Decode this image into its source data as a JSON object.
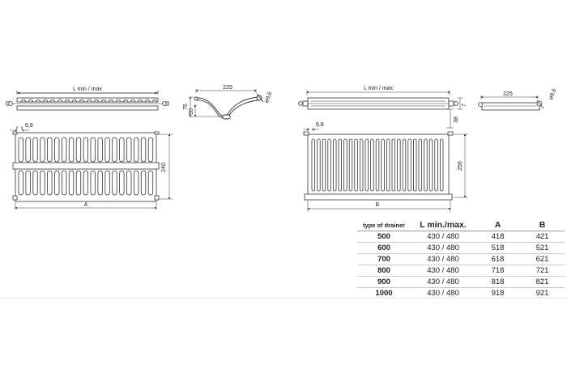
{
  "labels": {
    "lmin_max": "L min / max",
    "d225": "225",
    "phi": "ø9,6",
    "d75": "75",
    "d50": "50",
    "d6_8": "6,8",
    "d240": "240",
    "dA": "A",
    "d7": "7",
    "d38": "38",
    "d256": "256",
    "dB": "B"
  },
  "table": {
    "headers": [
      "type of drainer",
      "L min./max.",
      "A",
      "B"
    ],
    "rows": [
      [
        "500",
        "430 / 480",
        "418",
        "421"
      ],
      [
        "600",
        "430 / 480",
        "518",
        "521"
      ],
      [
        "700",
        "430 / 480",
        "618",
        "621"
      ],
      [
        "800",
        "430 / 480",
        "718",
        "721"
      ],
      [
        "900",
        "430 / 480",
        "818",
        "821"
      ],
      [
        "1000",
        "430 / 480",
        "918",
        "921"
      ]
    ]
  }
}
